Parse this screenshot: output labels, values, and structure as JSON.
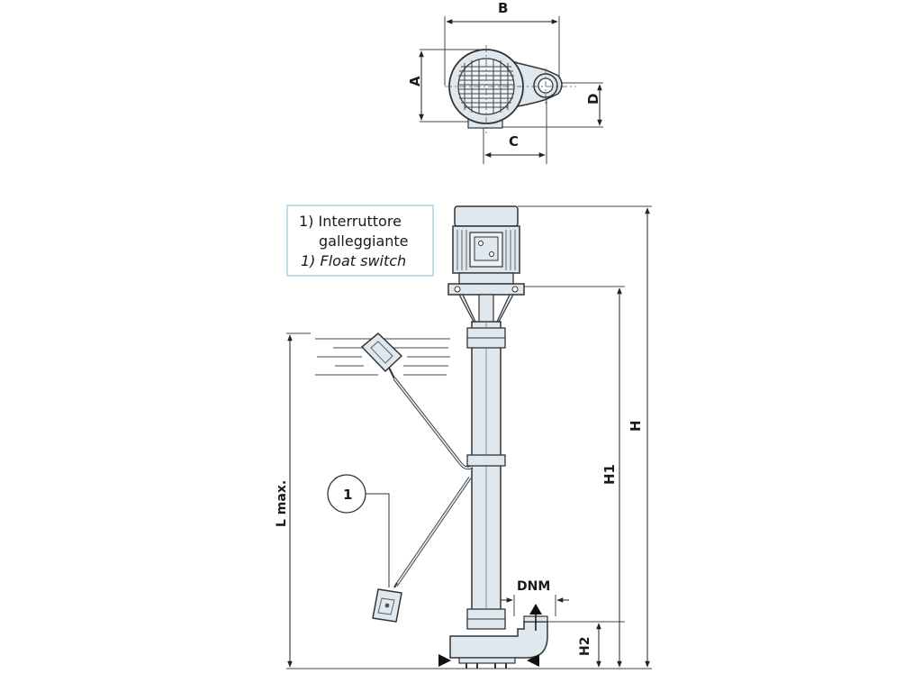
{
  "dimensions": {
    "A": "A",
    "B": "B",
    "C": "C",
    "D": "D",
    "H": "H",
    "H1": "H1",
    "H2": "H2",
    "L_max": "L max.",
    "DNM": "DNM"
  },
  "callout": {
    "number": "1",
    "label_it_line1": "1) Interruttore",
    "label_it_line2": "galleggiante",
    "label_en": "1) Float  switch"
  },
  "colors": {
    "pump_fill": "#dfe8ee",
    "outline": "#333333",
    "legend_border": "#c3dbe6"
  }
}
